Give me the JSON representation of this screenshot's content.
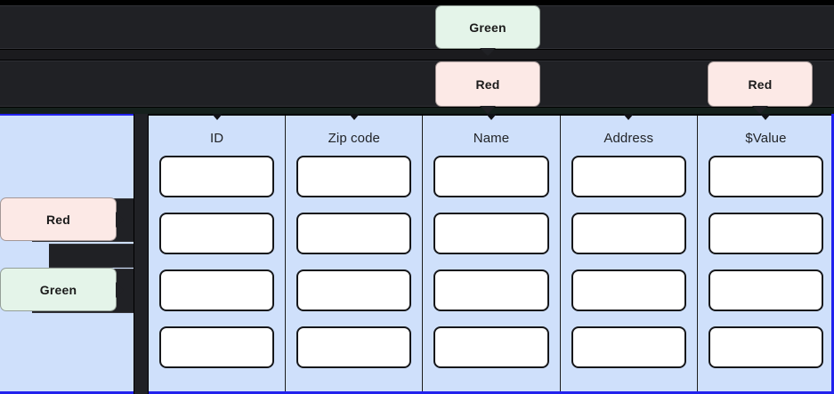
{
  "callouts": {
    "green_top": {
      "label": "Green",
      "color": "#e4f4e9"
    },
    "red_top": {
      "label": "Red",
      "color": "#fce9e6"
    },
    "red_right": {
      "label": "Red",
      "color": "#fce9e6"
    },
    "red_left": {
      "label": "Red",
      "color": "#fce9e6"
    },
    "green_left": {
      "label": "Green",
      "color": "#e4f4e9"
    }
  },
  "table": {
    "columns": [
      {
        "header": "ID"
      },
      {
        "header": "Zip code"
      },
      {
        "header": "Name"
      },
      {
        "header": "Address"
      },
      {
        "header": "$Value"
      }
    ],
    "row_count": 4,
    "cell_value": "",
    "background": "#cfe0fb",
    "highlight_border": "#2222ee"
  },
  "theme": {
    "dark_background": "#202125",
    "panel_blue": "#cfe0fb",
    "accent_blue": "#2222ee"
  }
}
